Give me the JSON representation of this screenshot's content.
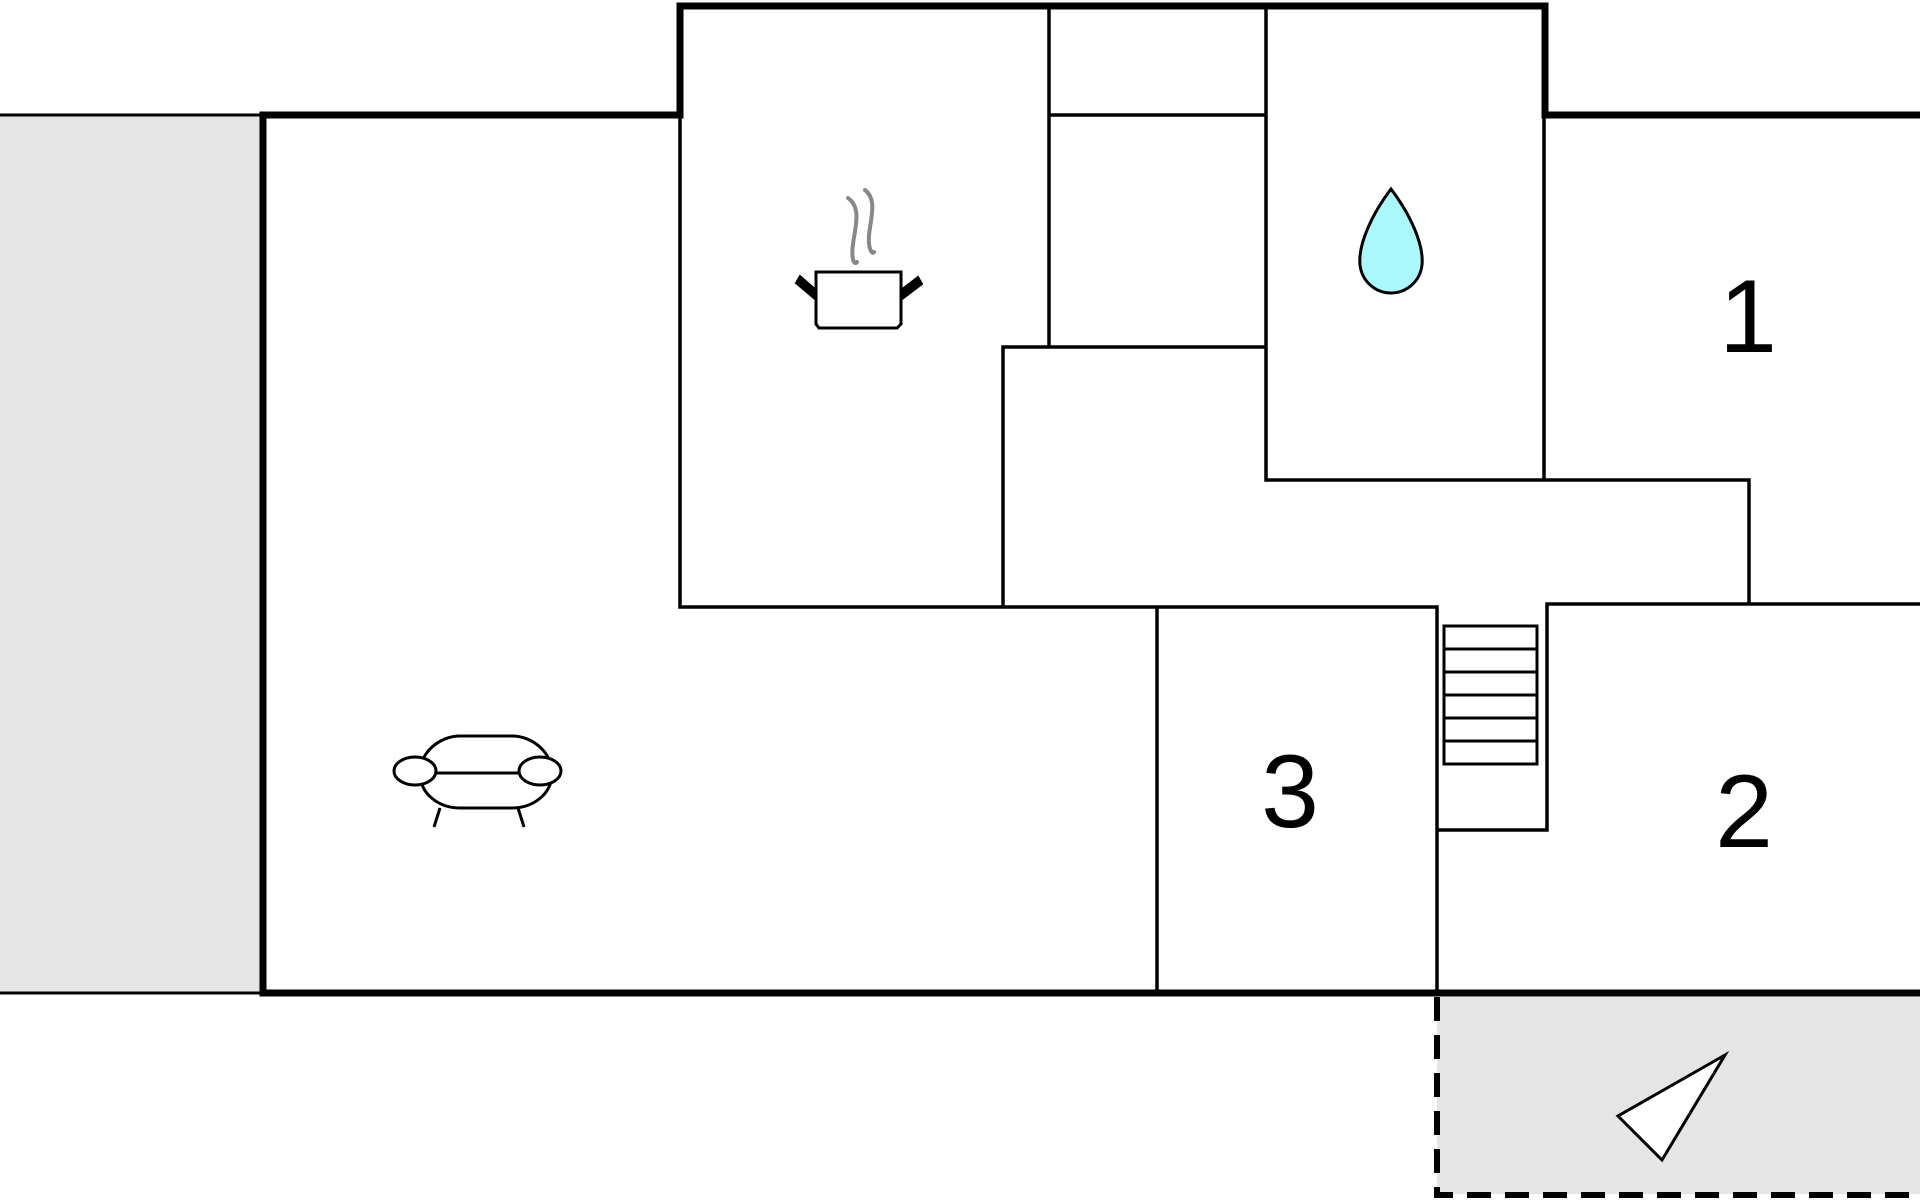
{
  "floorplan": {
    "rooms": [
      {
        "id": "bedroom-1",
        "label": "1"
      },
      {
        "id": "bedroom-2",
        "label": "2"
      },
      {
        "id": "bedroom-3",
        "label": "3"
      }
    ],
    "icons": {
      "kitchen": "cooking-pot-icon",
      "bathroom": "water-drop-icon",
      "living_room": "sofa-icon",
      "stairs": "stairs-icon",
      "orientation": "north-arrow-icon"
    },
    "colors": {
      "wall": "#000000",
      "outdoor_area": "#e5e5e5",
      "water_drop": "#aaf8fb",
      "steam": "#888888"
    }
  }
}
